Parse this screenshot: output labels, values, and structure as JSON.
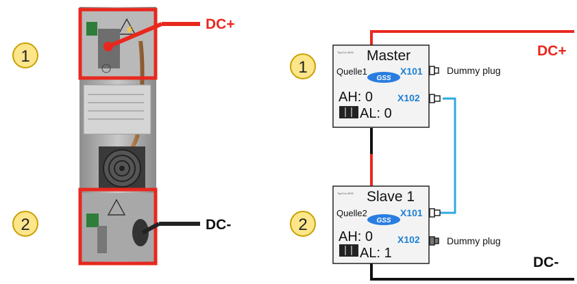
{
  "left": {
    "badges": [
      "1",
      "2"
    ],
    "dc_plus_label": "DC+",
    "dc_minus_label": "DC-"
  },
  "right": {
    "badges": [
      "1",
      "2"
    ],
    "dc_plus_label": "DC+",
    "dc_minus_label": "DC-",
    "master": {
      "title": "Master",
      "source": "Quelle1",
      "logo": "GSS",
      "ah": "AH: 0",
      "al": "AL: 0",
      "port_top": "X101",
      "port_bottom": "X102",
      "small_text": "TopCon 3000"
    },
    "slave": {
      "title": "Slave 1",
      "source": "Quelle2",
      "logo": "GSS",
      "ah": "AH: 0",
      "al": "AL: 1",
      "port_top": "X101",
      "port_bottom": "X102",
      "small_text": "TopCon 3000"
    },
    "dummy_plug_top": "Dummy plug",
    "dummy_plug_bottom": "Dummy plug"
  },
  "colors": {
    "red": "#e8281e",
    "badge_fill": "#fde58a",
    "badge_stroke": "#c8a000",
    "blue_text": "#1a7fd4",
    "cable_blue": "#2ea8e0",
    "black": "#111111"
  }
}
